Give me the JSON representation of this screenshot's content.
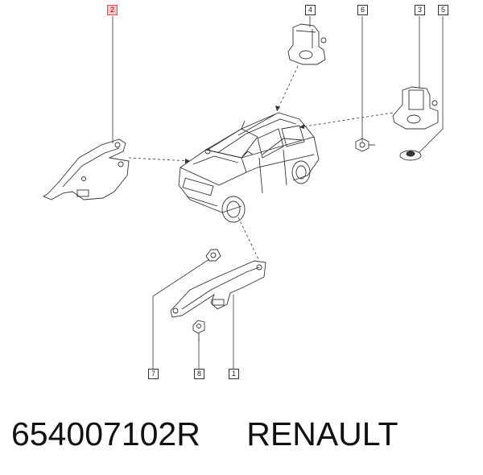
{
  "callouts": {
    "c1": "1",
    "c2": "2",
    "c3": "3",
    "c4": "4",
    "c5": "5",
    "c6": "6",
    "c7": "7",
    "c8": "8"
  },
  "footer": {
    "part_number": "654007102R",
    "brand": "RENAULT"
  },
  "colors": {
    "highlight_callout": "#f2c4c4",
    "line": "#333333"
  }
}
